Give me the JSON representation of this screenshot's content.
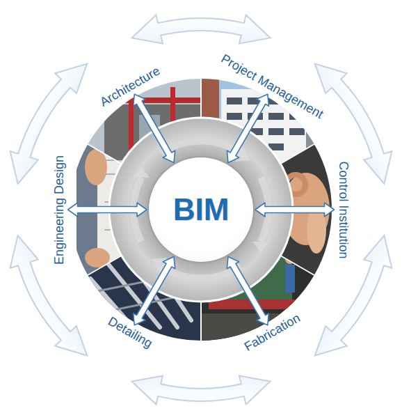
{
  "diagram": {
    "nodes": [
      {
        "text": [
          "BIM"
        ]
      },
      {
        "text": [
          "Architecture"
        ]
      },
      {
        "text": [
          "Project Management"
        ]
      },
      {
        "text": [
          "Control Institution"
        ]
      },
      {
        "text": [
          "Fabrication"
        ]
      },
      {
        "text": [
          "Detailing"
        ]
      },
      {
        "text": [
          "Engineering Design"
        ]
      }
    ],
    "edges": [
      {
        "from": 1,
        "to": 0,
        "arrow": "both"
      },
      {
        "from": 2,
        "to": 0,
        "arrow": "both"
      },
      {
        "from": 3,
        "to": 0,
        "arrow": "both"
      },
      {
        "from": 4,
        "to": 0,
        "arrow": "both"
      },
      {
        "from": 5,
        "to": 0,
        "arrow": "both"
      },
      {
        "from": 6,
        "to": 0,
        "arrow": "both"
      }
    ]
  }
}
